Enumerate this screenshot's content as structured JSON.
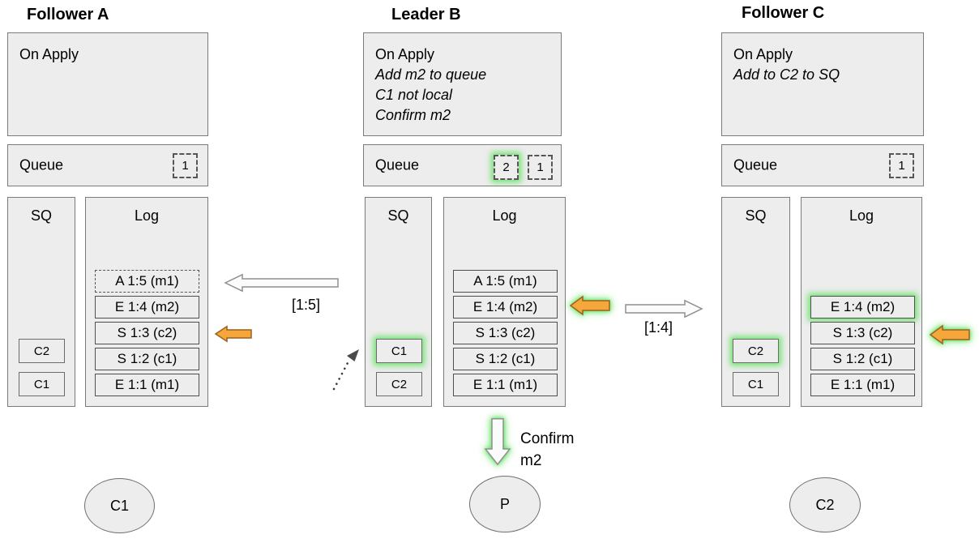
{
  "nodes": [
    {
      "title": "Follower A",
      "on_apply": {
        "label": "On Apply",
        "notes": []
      },
      "queue": {
        "label": "Queue",
        "chips": [
          "1"
        ]
      },
      "sq": {
        "label": "SQ",
        "items": [
          "C2",
          "C1"
        ]
      },
      "log": {
        "label": "Log",
        "entries": [
          "A 1:5 (m1)",
          "E 1:4 (m2)",
          "S 1:3 (c2)",
          "S 1:2 (c1)",
          "E 1:1 (m1)"
        ]
      }
    },
    {
      "title": "Leader B",
      "on_apply": {
        "label": "On Apply",
        "notes": [
          "Add m2 to queue",
          "C1 not local",
          "Confirm m2"
        ]
      },
      "queue": {
        "label": "Queue",
        "chips": [
          "2",
          "1"
        ]
      },
      "sq": {
        "label": "SQ",
        "items": [
          "C1",
          "C2"
        ]
      },
      "log": {
        "label": "Log",
        "entries": [
          "A 1:5 (m1)",
          "E 1:4 (m2)",
          "S 1:3 (c2)",
          "S 1:2 (c1)",
          "E 1:1 (m1)"
        ]
      }
    },
    {
      "title": "Follower C",
      "on_apply": {
        "label": "On Apply",
        "notes": [
          "Add to C2 to SQ"
        ]
      },
      "queue": {
        "label": "Queue",
        "chips": [
          "1"
        ]
      },
      "sq": {
        "label": "SQ",
        "items": [
          "C2",
          "C1"
        ]
      },
      "log": {
        "label": "Log",
        "entries": [
          "E 1:4 (m2)",
          "S 1:3 (c2)",
          "S 1:2 (c1)",
          "E 1:1 (m1)"
        ]
      }
    }
  ],
  "arrows": {
    "replicate_to_a_label": "[1:5]",
    "replicate_to_c_label": "[1:4]",
    "confirm_label": "Confirm m2"
  },
  "clients": [
    "C1",
    "P",
    "C2"
  ],
  "colors": {
    "highlight_green": "#5ce05c",
    "arrow_orange": "#f5a73b",
    "arrow_orange_border": "#99621e",
    "panel_fill": "#ededed",
    "panel_border": "#7b7b7b"
  }
}
